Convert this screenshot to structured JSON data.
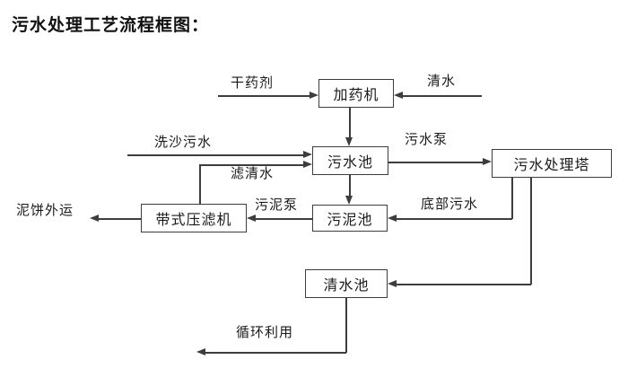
{
  "page": {
    "title": "污水处理工艺流程框图："
  },
  "diagram": {
    "type": "flowchart",
    "nodes": {
      "dosing_machine": "加药机",
      "sewage_pool": "污水池",
      "sewage_treatment_tower": "污水处理塔",
      "belt_filter_press": "带式压滤机",
      "sludge_pool": "污泥池",
      "clean_water_pool": "清水池"
    },
    "flow_labels": {
      "dry_chemical": "干药剂",
      "clean_water": "清水",
      "sand_washing_sewage": "洗沙污水",
      "filtered_water": "滤清水",
      "sewage_pump": "污水泵",
      "sludge_pump": "污泥泵",
      "bottom_sewage": "底部污水",
      "mud_cake_out": "泥饼外运",
      "recycling": "循环利用"
    },
    "edges": [
      {
        "from": "dry_chemical_input",
        "to": "dosing_machine",
        "label": "干药剂"
      },
      {
        "from": "clean_water_input",
        "to": "dosing_machine",
        "label": "清水"
      },
      {
        "from": "dosing_machine",
        "to": "sewage_pool",
        "label": ""
      },
      {
        "from": "sand_washing_sewage_input",
        "to": "sewage_pool",
        "label": "洗沙污水"
      },
      {
        "from": "belt_filter_press",
        "to": "sewage_pool",
        "label": "滤清水"
      },
      {
        "from": "sewage_pool",
        "to": "sewage_treatment_tower",
        "label": "污水泵"
      },
      {
        "from": "sewage_pool",
        "to": "sludge_pool",
        "label": ""
      },
      {
        "from": "sewage_treatment_tower",
        "to": "sludge_pool",
        "label": "底部污水"
      },
      {
        "from": "sludge_pool",
        "to": "belt_filter_press",
        "label": "污泥泵"
      },
      {
        "from": "belt_filter_press",
        "to": "mud_cake_out",
        "label": "泥饼外运"
      },
      {
        "from": "sewage_treatment_tower",
        "to": "clean_water_pool",
        "label": ""
      },
      {
        "from": "clean_water_pool",
        "to": "recycling_output",
        "label": "循环利用"
      }
    ],
    "colors": {
      "line": "#3d3d3d",
      "text": "#1a1a1a",
      "background": "#ffffff"
    }
  }
}
